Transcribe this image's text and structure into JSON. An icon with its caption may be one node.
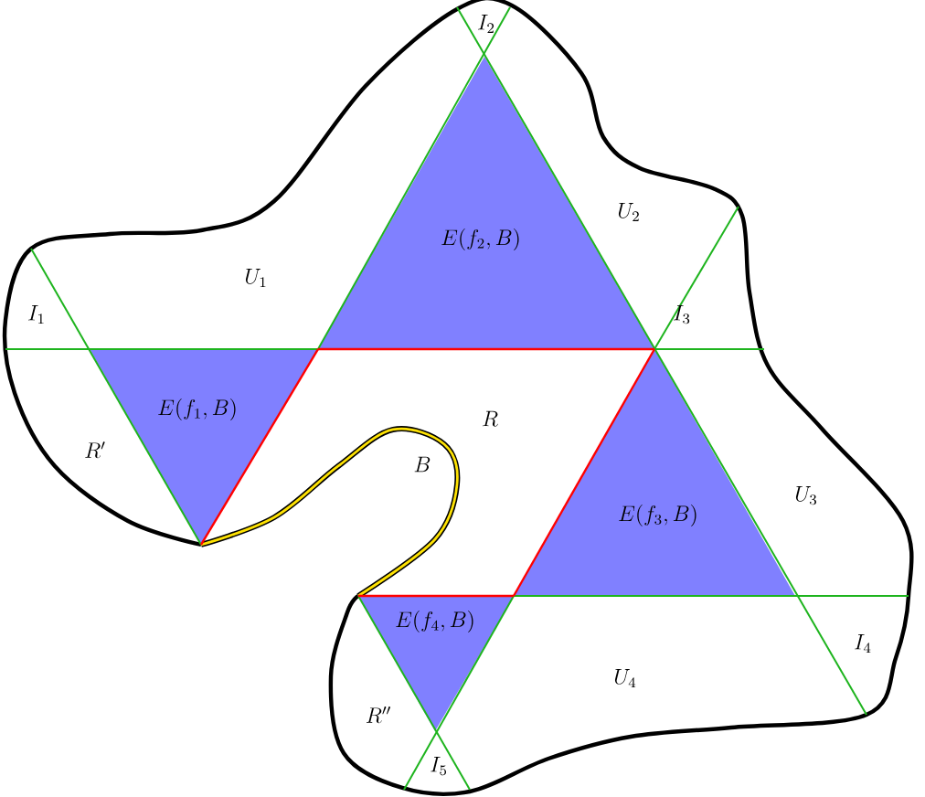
{
  "diagram": {
    "nodes": [
      {
        "text": [
          "E(f_2, B)"
        ]
      },
      {
        "text": [
          "E(f_1, B)"
        ]
      },
      {
        "text": [
          "E(f_3, B)"
        ]
      },
      {
        "text": [
          "E(f_4, B)"
        ]
      }
    ],
    "labels": [
      "I_2",
      "U_2",
      "U_1",
      "I_1",
      "I_3",
      "R",
      "R'",
      "B",
      "U_3",
      "I_4",
      "U_4",
      "R''",
      "I_5"
    ]
  }
}
